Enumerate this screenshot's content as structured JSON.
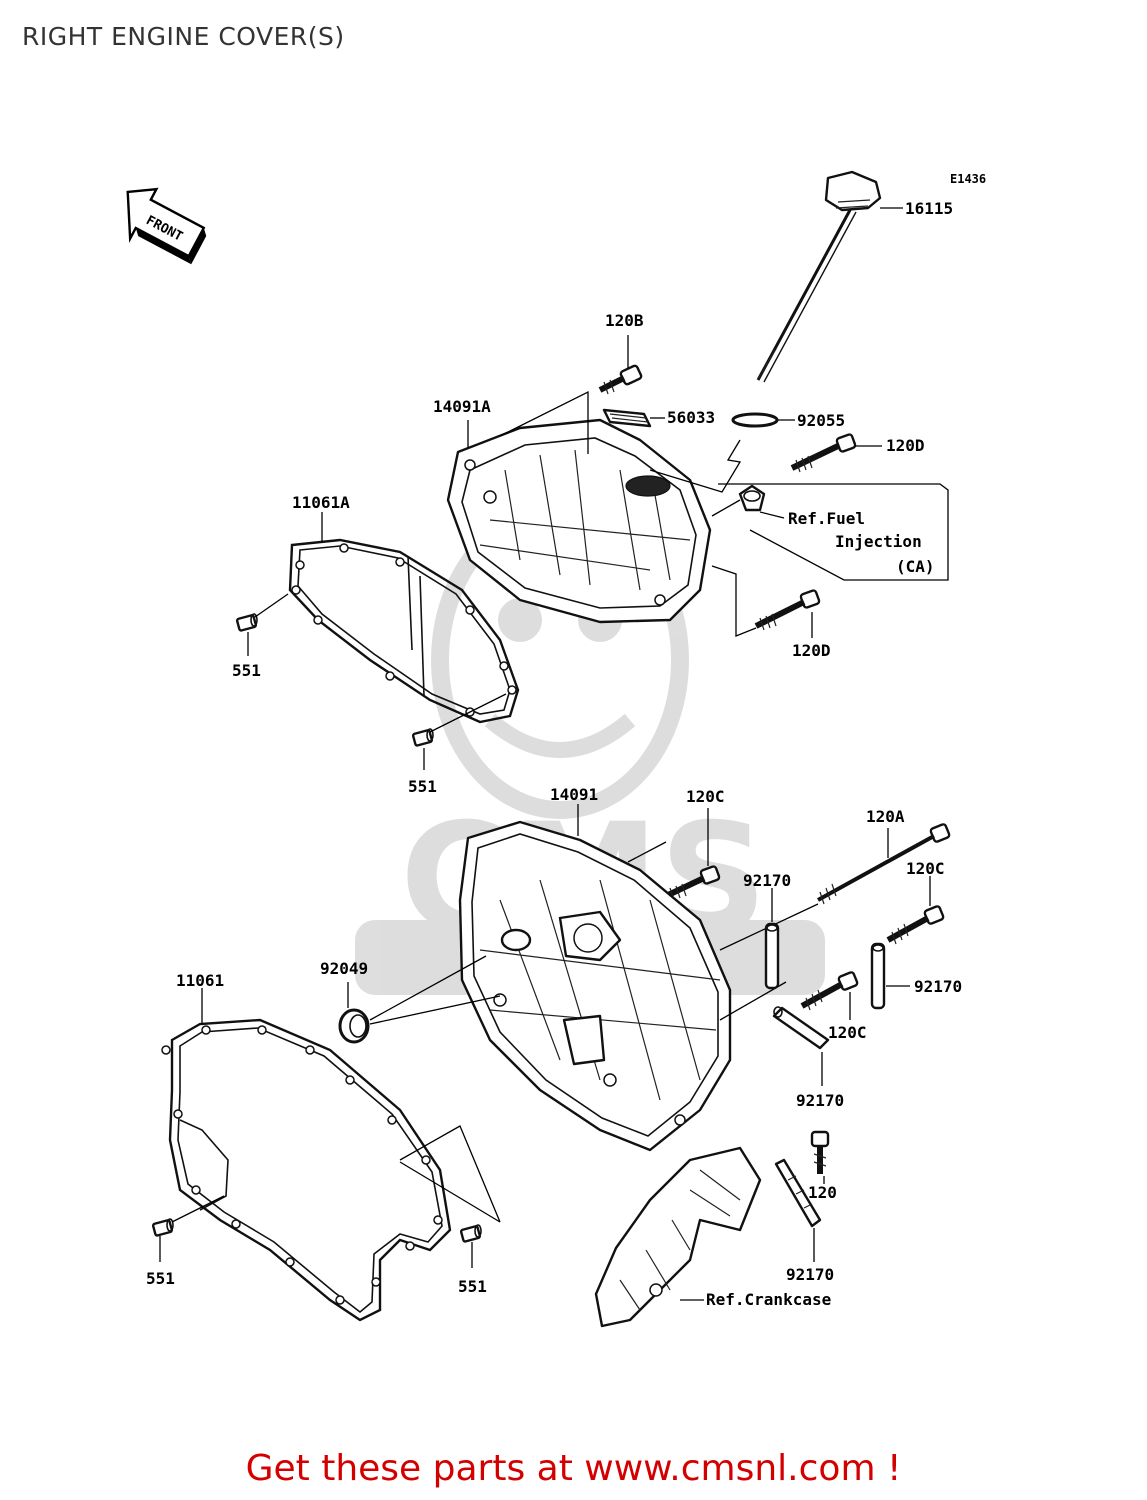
{
  "title": "RIGHT ENGINE COVER(S)",
  "footer": "Get these parts at www.cmsnl.com !",
  "watermark_text": "CMS",
  "diagram": {
    "code": "E1436",
    "front_label": "FRONT",
    "refs": {
      "fuel_line1": "Ref.Fuel",
      "fuel_line2": "Injection",
      "fuel_line3": "(CA)",
      "crankcase": "Ref.Crankcase"
    },
    "parts": {
      "p16115": "16115",
      "p120B": "120B",
      "p14091A": "14091A",
      "p56033": "56033",
      "p92055": "92055",
      "p120D_top": "120D",
      "p11061A": "11061A",
      "p551_a": "551",
      "p120D_bottom": "120D",
      "p551_b": "551",
      "p120C_top": "120C",
      "p14091": "14091",
      "p120A": "120A",
      "p92170_a": "92170",
      "p120C_right": "120C",
      "p92049": "92049",
      "p11061": "11061",
      "p92170_b": "92170",
      "p120C_low": "120C",
      "p92170_c": "92170",
      "p120": "120",
      "p551_c": "551",
      "p551_d": "551",
      "p92170_d": "92170"
    }
  }
}
